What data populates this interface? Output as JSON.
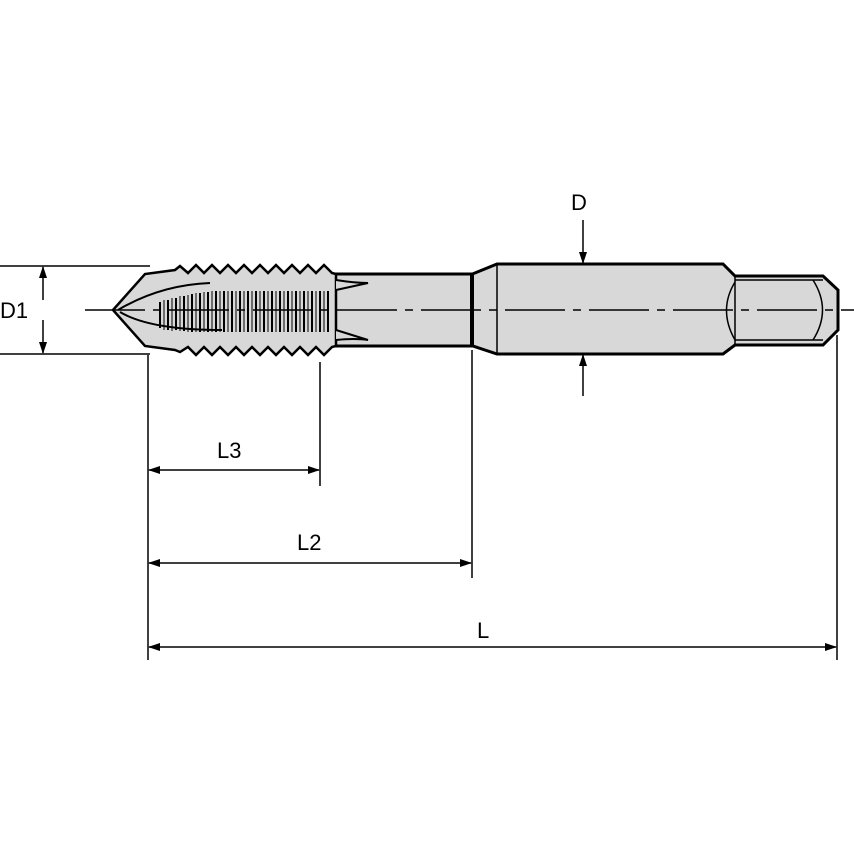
{
  "colors": {
    "body_fill": "#d8d8d8",
    "line": "#000000",
    "background": "#ffffff"
  },
  "dimensions": {
    "D": "D",
    "D1": "D1",
    "L": "L",
    "L2": "L2",
    "L3": "L3"
  }
}
